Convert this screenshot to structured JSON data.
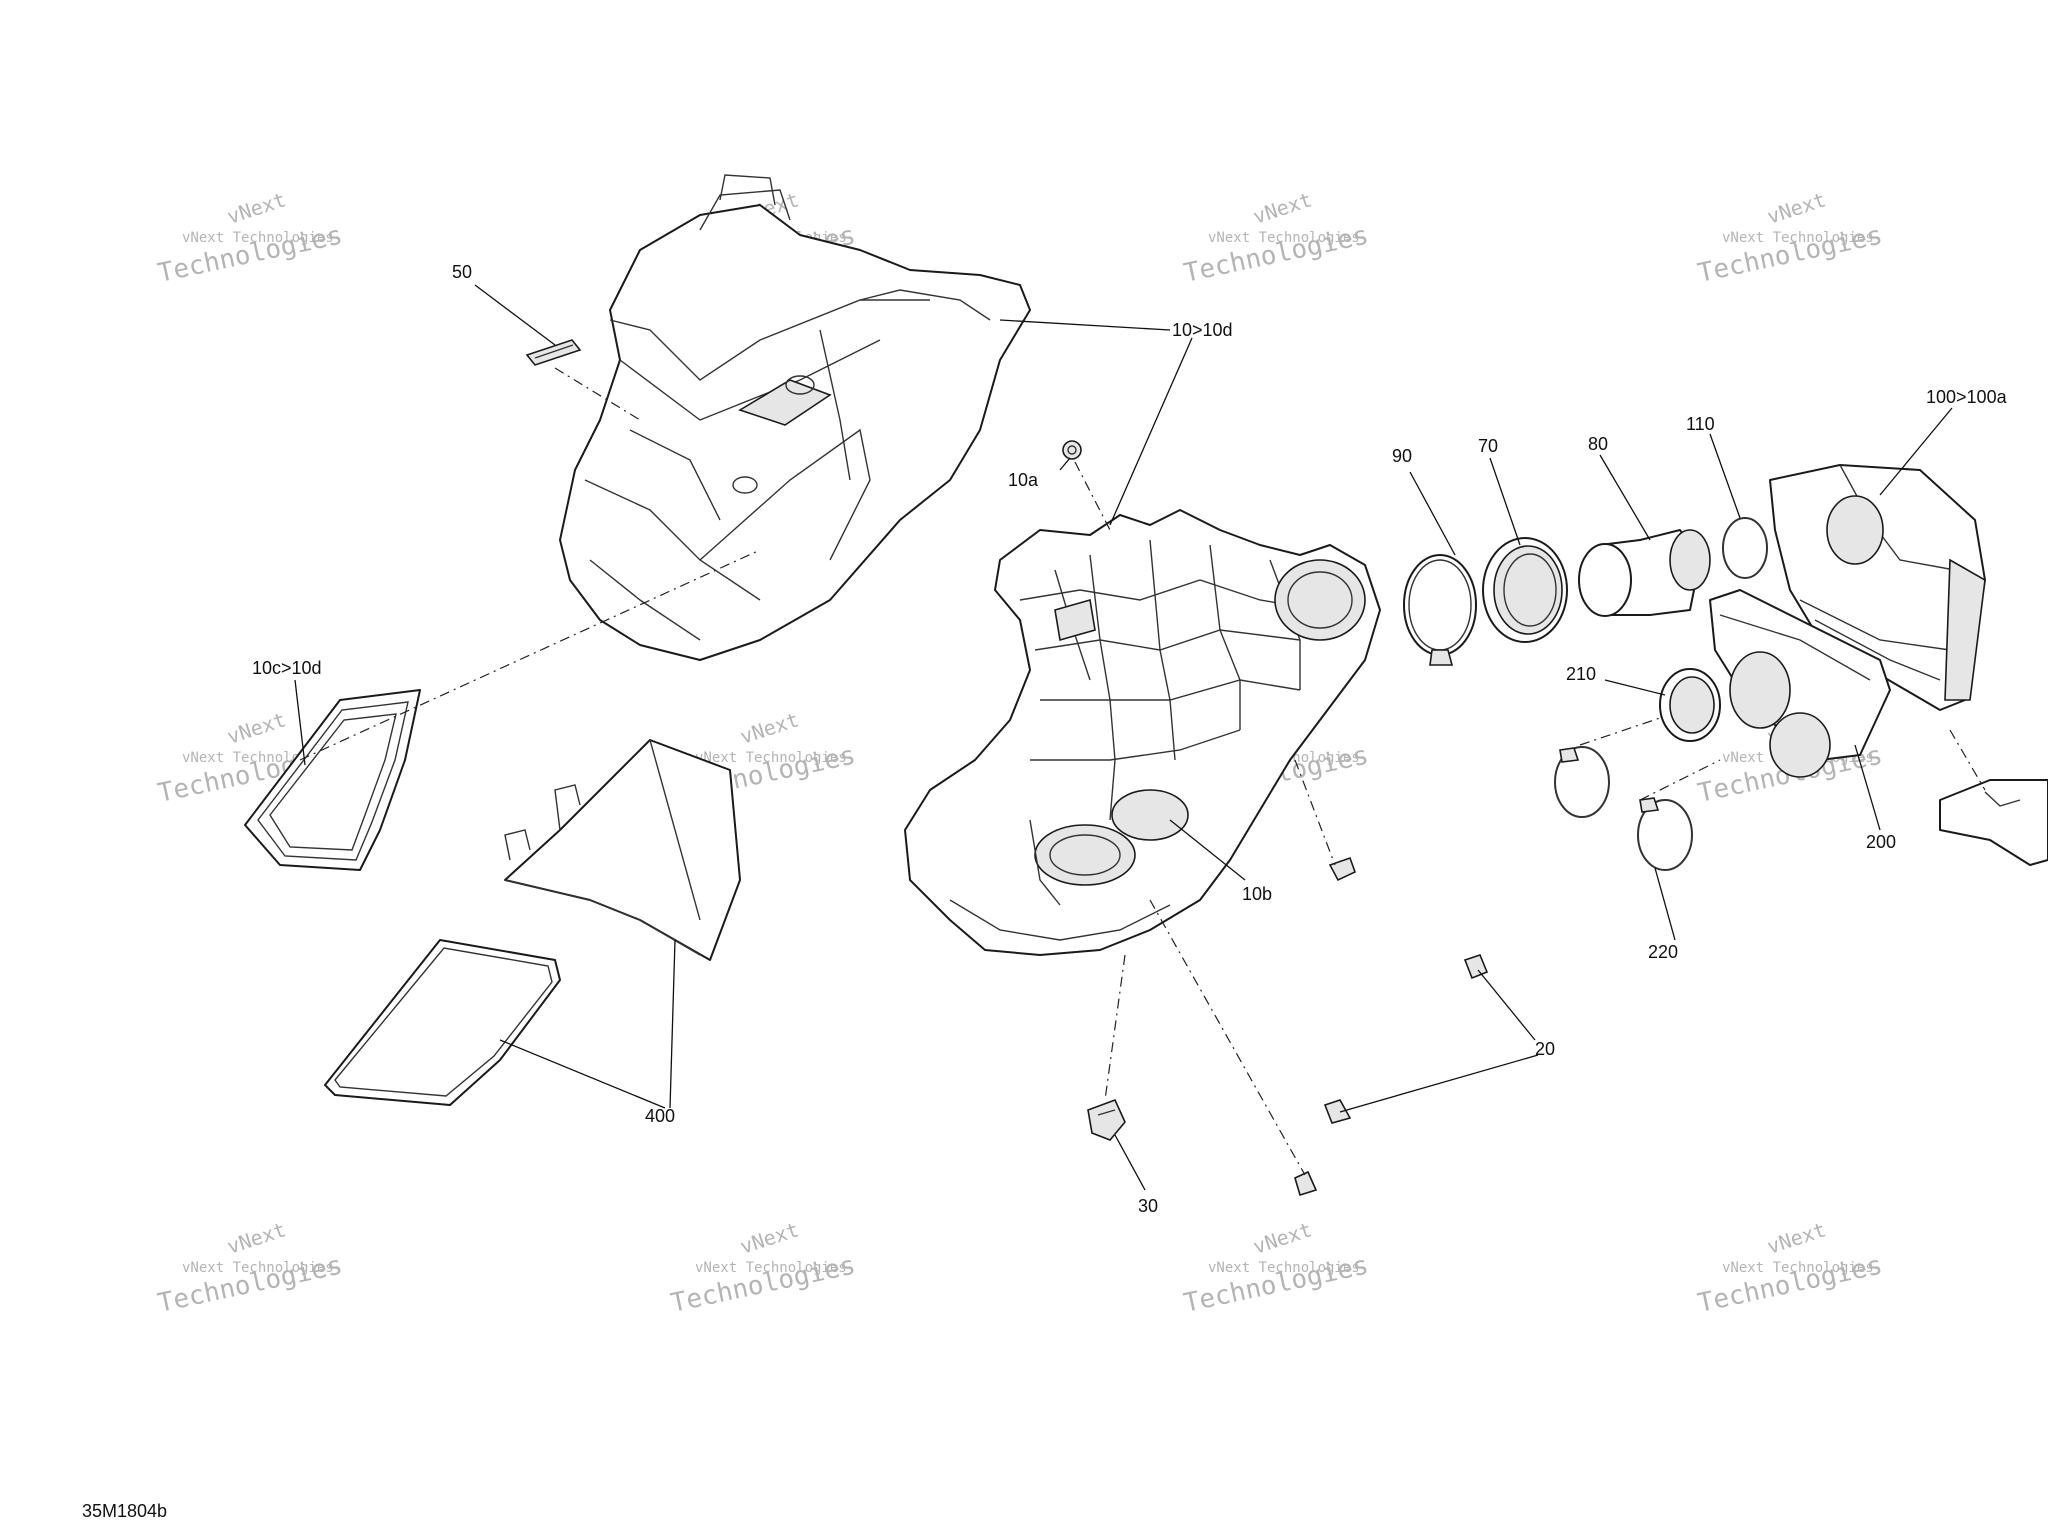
{
  "diagram_id": "35M1804b",
  "watermark": {
    "line1": "vNext",
    "line2": "vNext Technologies",
    "line3": "Technologies"
  },
  "callouts": {
    "c50": "50",
    "c10_10d": "10>10d",
    "c10a": "10a",
    "c90": "90",
    "c70": "70",
    "c80": "80",
    "c110": "110",
    "c100_100a": "100>100a",
    "c10c_10d": "10c>10d",
    "c210": "210",
    "c200": "200",
    "c220": "220",
    "c10b": "10b",
    "c20": "20",
    "c400": "400",
    "c30": "30"
  }
}
